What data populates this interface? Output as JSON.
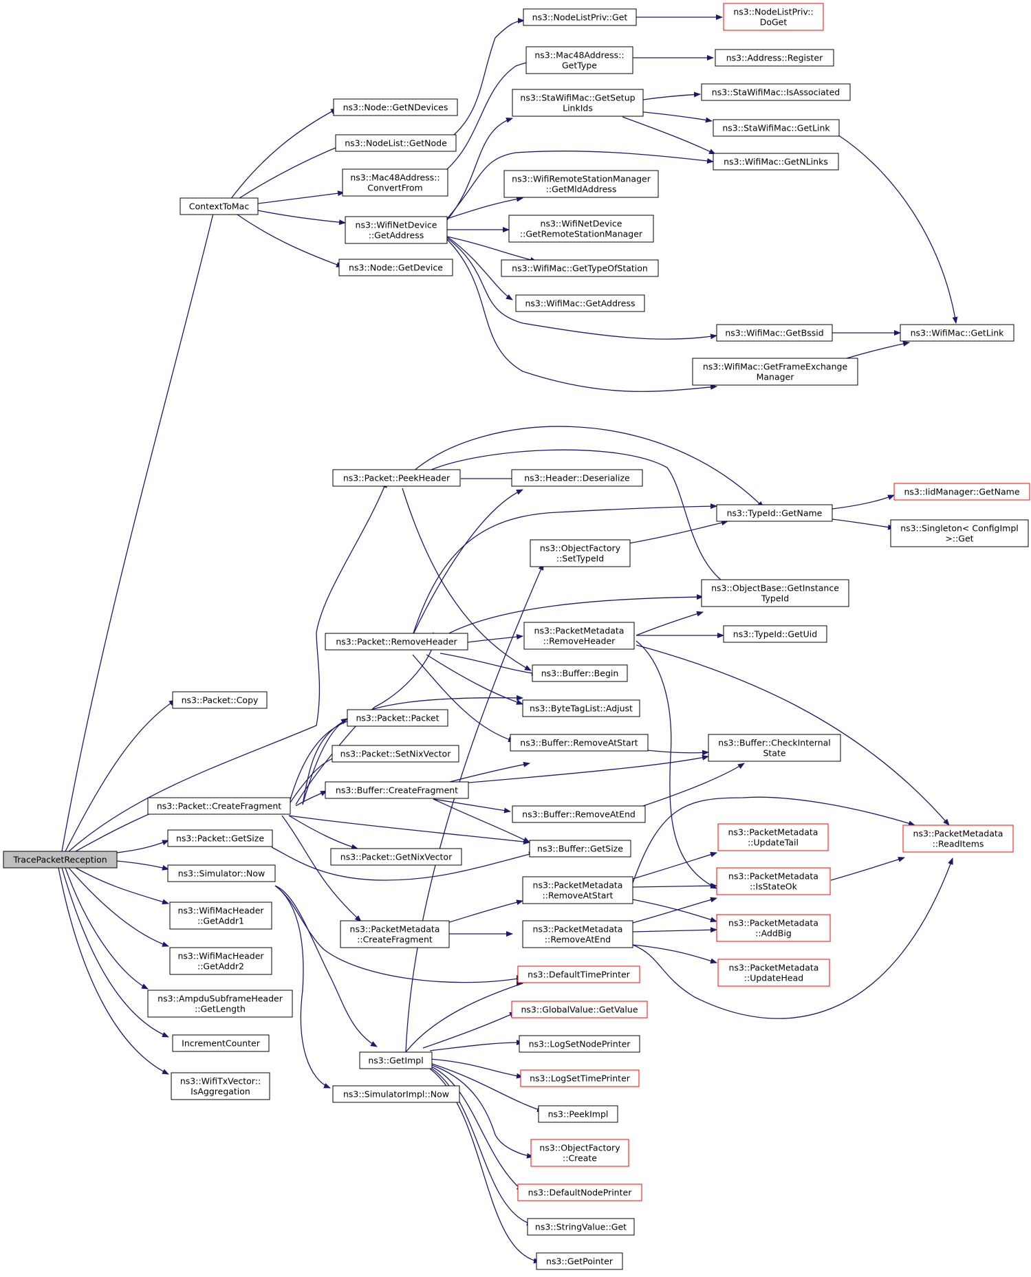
{
  "colors": {
    "edge": "#191970",
    "box_border": "#000000",
    "truncated_border": "#ff0000",
    "root_fill": "#bfbfbf",
    "background": "#ffffff"
  },
  "nodes": [
    {
      "id": "root",
      "lines": [
        "TracePacketReception"
      ],
      "style": "root"
    },
    {
      "id": "ctx",
      "lines": [
        "ContextToMac"
      ],
      "style": "normal"
    },
    {
      "id": "ngnd",
      "lines": [
        "ns3::Node::GetNDevices"
      ],
      "style": "normal"
    },
    {
      "id": "nlgn",
      "lines": [
        "ns3::NodeList::GetNode"
      ],
      "style": "normal"
    },
    {
      "id": "m48cf",
      "lines": [
        "ns3::Mac48Address::",
        "ConvertFrom"
      ],
      "style": "normal"
    },
    {
      "id": "wndga",
      "lines": [
        "ns3::WifiNetDevice",
        "::GetAddress"
      ],
      "style": "normal"
    },
    {
      "id": "ngd",
      "lines": [
        "ns3::Node::GetDevice"
      ],
      "style": "normal"
    },
    {
      "id": "nlpg",
      "lines": [
        "ns3::NodeListPriv::Get"
      ],
      "style": "normal"
    },
    {
      "id": "nlpdg",
      "lines": [
        "ns3::NodeListPriv::",
        "DoGet"
      ],
      "style": "truncated"
    },
    {
      "id": "m48gt",
      "lines": [
        "ns3::Mac48Address::",
        "GetType"
      ],
      "style": "normal"
    },
    {
      "id": "areg",
      "lines": [
        "ns3::Address::Register"
      ],
      "style": "normal"
    },
    {
      "id": "swgsl",
      "lines": [
        "ns3::StaWifiMac::GetSetup",
        "LinkIds"
      ],
      "style": "normal"
    },
    {
      "id": "swia",
      "lines": [
        "ns3::StaWifiMac::IsAssociated"
      ],
      "style": "normal"
    },
    {
      "id": "swgl",
      "lines": [
        "ns3::StaWifiMac::GetLink"
      ],
      "style": "normal"
    },
    {
      "id": "wmgnl",
      "lines": [
        "ns3::WifiMac::GetNLinks"
      ],
      "style": "normal"
    },
    {
      "id": "wrsm",
      "lines": [
        "ns3::WifiRemoteStationManager",
        "::GetMldAddress"
      ],
      "style": "normal"
    },
    {
      "id": "wndgr",
      "lines": [
        "ns3::WifiNetDevice",
        "::GetRemoteStationManager"
      ],
      "style": "normal"
    },
    {
      "id": "wmgts",
      "lines": [
        "ns3::WifiMac::GetTypeOfStation"
      ],
      "style": "normal"
    },
    {
      "id": "wmga",
      "lines": [
        "ns3::WifiMac::GetAddress"
      ],
      "style": "normal"
    },
    {
      "id": "wmgb",
      "lines": [
        "ns3::WifiMac::GetBssid"
      ],
      "style": "normal"
    },
    {
      "id": "wmgl",
      "lines": [
        "ns3::WifiMac::GetLink"
      ],
      "style": "normal"
    },
    {
      "id": "wmgfe",
      "lines": [
        "ns3::WifiMac::GetFrameExchange",
        "Manager"
      ],
      "style": "normal"
    },
    {
      "id": "pph",
      "lines": [
        "ns3::Packet::PeekHeader"
      ],
      "style": "normal"
    },
    {
      "id": "hd",
      "lines": [
        "ns3::Header::Deserialize"
      ],
      "style": "normal"
    },
    {
      "id": "tgn",
      "lines": [
        "ns3::TypeId::GetName"
      ],
      "style": "normal"
    },
    {
      "id": "iid",
      "lines": [
        "ns3::IidManager::GetName"
      ],
      "style": "truncated"
    },
    {
      "id": "sci",
      "lines": [
        "ns3::Singleton< ConfigImpl",
        ">::Get"
      ],
      "style": "normal"
    },
    {
      "id": "ofst",
      "lines": [
        "ns3::ObjectFactory",
        "::SetTypeId"
      ],
      "style": "normal"
    },
    {
      "id": "obgi",
      "lines": [
        "ns3::ObjectBase::GetInstance",
        "TypeId"
      ],
      "style": "normal"
    },
    {
      "id": "prh",
      "lines": [
        "ns3::Packet::RemoveHeader"
      ],
      "style": "normal"
    },
    {
      "id": "pmrh",
      "lines": [
        "ns3::PacketMetadata",
        "::RemoveHeader"
      ],
      "style": "normal"
    },
    {
      "id": "tgu",
      "lines": [
        "ns3::TypeId::GetUid"
      ],
      "style": "normal"
    },
    {
      "id": "pcopy",
      "lines": [
        "ns3::Packet::Copy"
      ],
      "style": "normal"
    },
    {
      "id": "bb",
      "lines": [
        "ns3::Buffer::Begin"
      ],
      "style": "normal"
    },
    {
      "id": "btla",
      "lines": [
        "ns3::ByteTagList::Adjust"
      ],
      "style": "normal"
    },
    {
      "id": "pp",
      "lines": [
        "ns3::Packet::Packet"
      ],
      "style": "normal"
    },
    {
      "id": "bras",
      "lines": [
        "ns3::Buffer::RemoveAtStart"
      ],
      "style": "normal"
    },
    {
      "id": "bci",
      "lines": [
        "ns3::Buffer::CheckInternal",
        "State"
      ],
      "style": "normal"
    },
    {
      "id": "psnv",
      "lines": [
        "ns3::Packet::SetNixVector"
      ],
      "style": "normal"
    },
    {
      "id": "bcf",
      "lines": [
        "ns3::Buffer::CreateFragment"
      ],
      "style": "normal"
    },
    {
      "id": "pcf",
      "lines": [
        "ns3::Packet::CreateFragment"
      ],
      "style": "normal"
    },
    {
      "id": "brae",
      "lines": [
        "ns3::Buffer::RemoveAtEnd"
      ],
      "style": "normal"
    },
    {
      "id": "pmut",
      "lines": [
        "ns3::PacketMetadata",
        "::UpdateTail"
      ],
      "style": "truncated"
    },
    {
      "id": "pmri",
      "lines": [
        "ns3::PacketMetadata",
        "::ReadItems"
      ],
      "style": "truncated"
    },
    {
      "id": "pgs",
      "lines": [
        "ns3::Packet::GetSize"
      ],
      "style": "normal"
    },
    {
      "id": "bgs",
      "lines": [
        "ns3::Buffer::GetSize"
      ],
      "style": "normal"
    },
    {
      "id": "pgnv",
      "lines": [
        "ns3::Packet::GetNixVector"
      ],
      "style": "normal"
    },
    {
      "id": "snow",
      "lines": [
        "ns3::Simulator::Now"
      ],
      "style": "normal"
    },
    {
      "id": "pmras",
      "lines": [
        "ns3::PacketMetadata",
        "::RemoveAtStart"
      ],
      "style": "normal"
    },
    {
      "id": "pmiso",
      "lines": [
        "ns3::PacketMetadata",
        "::IsStateOk"
      ],
      "style": "truncated"
    },
    {
      "id": "wmha1",
      "lines": [
        "ns3::WifiMacHeader",
        "::GetAddr1"
      ],
      "style": "normal"
    },
    {
      "id": "pmcf",
      "lines": [
        "ns3::PacketMetadata",
        "::CreateFragment"
      ],
      "style": "normal"
    },
    {
      "id": "pmrae",
      "lines": [
        "ns3::PacketMetadata",
        "::RemoveAtEnd"
      ],
      "style": "normal"
    },
    {
      "id": "pmab",
      "lines": [
        "ns3::PacketMetadata",
        "::AddBig"
      ],
      "style": "truncated"
    },
    {
      "id": "wmha2",
      "lines": [
        "ns3::WifiMacHeader",
        "::GetAddr2"
      ],
      "style": "normal"
    },
    {
      "id": "pmuh",
      "lines": [
        "ns3::PacketMetadata",
        "::UpdateHead"
      ],
      "style": "truncated"
    },
    {
      "id": "dtp",
      "lines": [
        "ns3::DefaultTimePrinter"
      ],
      "style": "truncated"
    },
    {
      "id": "ampdu",
      "lines": [
        "ns3::AmpduSubframeHeader",
        "::GetLength"
      ],
      "style": "normal"
    },
    {
      "id": "gvgv",
      "lines": [
        "ns3::GlobalValue::GetValue"
      ],
      "style": "truncated"
    },
    {
      "id": "ic",
      "lines": [
        "IncrementCounter"
      ],
      "style": "normal"
    },
    {
      "id": "lsnp",
      "lines": [
        "ns3::LogSetNodePrinter"
      ],
      "style": "normal"
    },
    {
      "id": "gimpl",
      "lines": [
        "ns3::GetImpl"
      ],
      "style": "normal"
    },
    {
      "id": "lstp",
      "lines": [
        "ns3::LogSetTimePrinter"
      ],
      "style": "truncated"
    },
    {
      "id": "wtxa",
      "lines": [
        "ns3::WifiTxVector::",
        "IsAggregation"
      ],
      "style": "normal"
    },
    {
      "id": "sinow",
      "lines": [
        "ns3::SimulatorImpl::Now"
      ],
      "style": "normal"
    },
    {
      "id": "peek",
      "lines": [
        "ns3::PeekImpl"
      ],
      "style": "normal"
    },
    {
      "id": "ofc",
      "lines": [
        "ns3::ObjectFactory",
        "::Create"
      ],
      "style": "truncated"
    },
    {
      "id": "dnp",
      "lines": [
        "ns3::DefaultNodePrinter"
      ],
      "style": "truncated"
    },
    {
      "id": "svg",
      "lines": [
        "ns3::StringValue::Get"
      ],
      "style": "normal"
    },
    {
      "id": "gptr",
      "lines": [
        "ns3::GetPointer"
      ],
      "style": "normal"
    }
  ]
}
